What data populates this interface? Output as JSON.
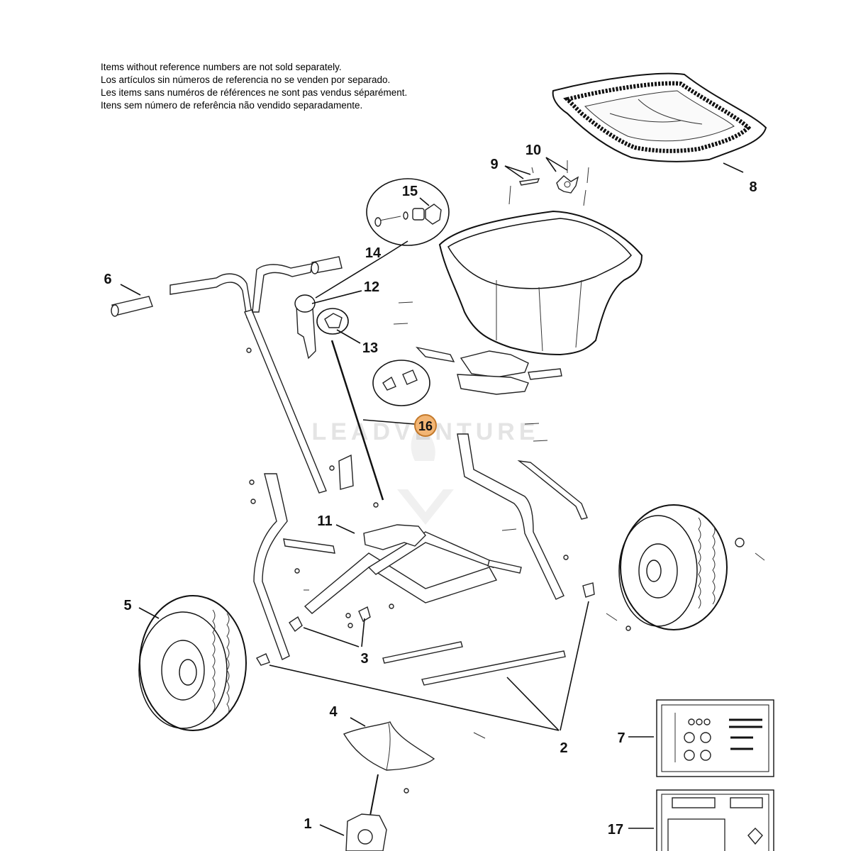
{
  "notes": [
    "Items without reference numbers are not sold separately.",
    "Los artículos sin números de referencia no se venden por separado.",
    "Les items sans numéros de références ne sont pas vendus séparément.",
    "Itens sem número de referência não vendido separadamente."
  ],
  "callouts": {
    "c1": "1",
    "c2": "2",
    "c3": "3",
    "c4": "4",
    "c5": "5",
    "c6": "6",
    "c7": "7",
    "c8": "8",
    "c9": "9",
    "c10": "10",
    "c11": "11",
    "c12": "12",
    "c13": "13",
    "c14": "14",
    "c15": "15",
    "c16": "16",
    "c17": "17"
  },
  "watermark": "LEADVENTURE",
  "colors": {
    "highlight": "#f2b574",
    "highlight_stroke": "#c47a2c",
    "line": "#111111"
  }
}
